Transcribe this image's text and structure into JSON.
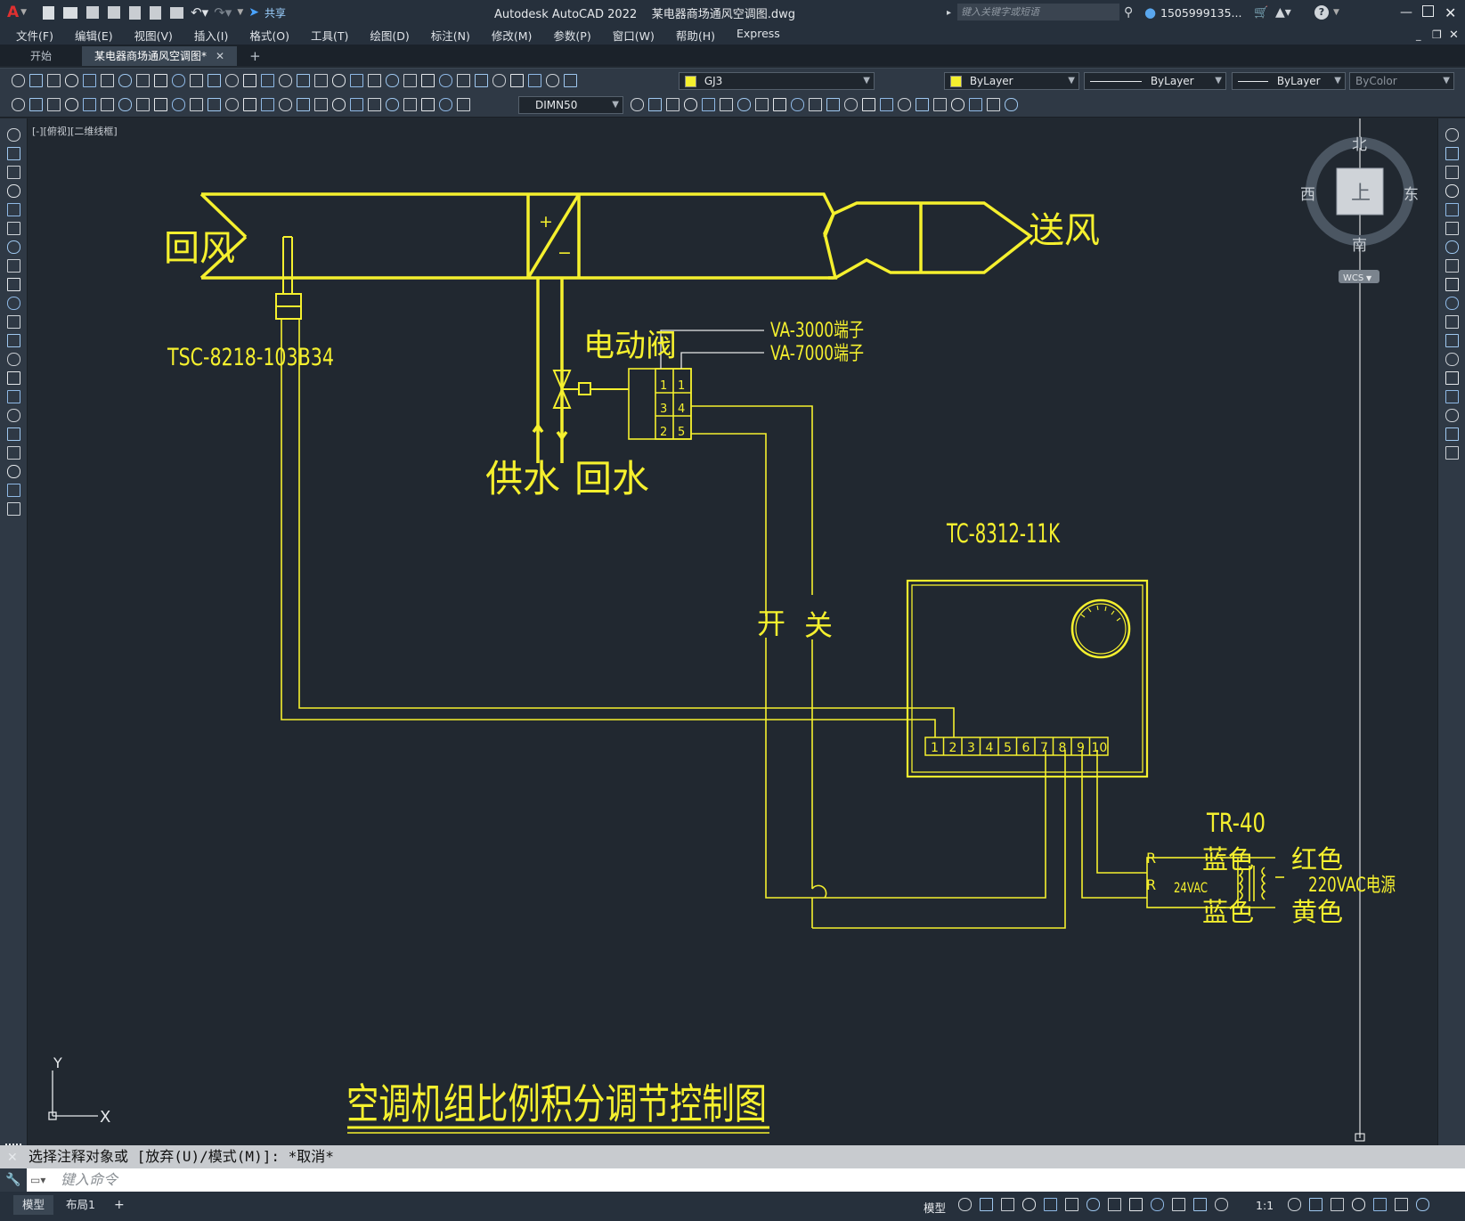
{
  "app": {
    "title": "Autodesk AutoCAD 2022",
    "document": "某电器商场通风空调图.dwg",
    "share_label": "共享",
    "search_placeholder": "键入关键字或短语",
    "user": "1505999135..."
  },
  "menu": [
    "文件(F)",
    "编辑(E)",
    "视图(V)",
    "插入(I)",
    "格式(O)",
    "工具(T)",
    "绘图(D)",
    "标注(N)",
    "修改(M)",
    "参数(P)",
    "窗口(W)",
    "帮助(H)",
    "Express"
  ],
  "tabs": {
    "start": "开始",
    "doc": "某电器商场通风空调图*",
    "add": "+"
  },
  "toolbar": {
    "layer": "GJ3",
    "color": "ByLayer",
    "linetype": "ByLayer",
    "lineweight": "ByLayer",
    "plotstyle": "ByColor",
    "dimstyle": "DIMN50"
  },
  "viewport_label": "[-][俯视][二维线框]",
  "viewcube": {
    "north": "北",
    "south": "南",
    "east": "东",
    "west": "西",
    "top": "上",
    "wcs": "WCS"
  },
  "drawing": {
    "return_air": "回风",
    "supply_air": "送风",
    "sensor": "TSC-8218-103B34",
    "valve": "电动阀",
    "va3000": "VA-3000端子",
    "va7000": "VA-7000端子",
    "supply_water": "供水",
    "return_water": "回水",
    "controller": "TC-8312-11K",
    "open": "开",
    "close": "关",
    "transformer": "TR-40",
    "blue1": "蓝色",
    "blue2": "蓝色",
    "red": "红色",
    "yellow": "黄色",
    "v24": "24VAC",
    "v220": "220VAC电源",
    "r1": "R",
    "r2": "R",
    "plus": "+",
    "minus": "−",
    "title": "空调机组比例积分调节控制图",
    "terminals": [
      "1",
      "2",
      "3",
      "4",
      "5",
      "6",
      "7",
      "8",
      "9",
      "10"
    ],
    "valve_terminals": [
      "1",
      "1",
      "3",
      "4",
      "2",
      "5"
    ]
  },
  "ucs": {
    "x": "X",
    "y": "Y"
  },
  "command": {
    "history": "选择注释对象或 [放弃(U)/模式(M)]: *取消*",
    "placeholder": "键入命令"
  },
  "status": {
    "model_tab": "模型",
    "layout_tab": "布局1",
    "add": "+",
    "model": "模型",
    "scale": "1:1"
  },
  "colors": {
    "drawing": "#f5f02e",
    "background": "#212830",
    "leader": "#e8e8e8"
  }
}
